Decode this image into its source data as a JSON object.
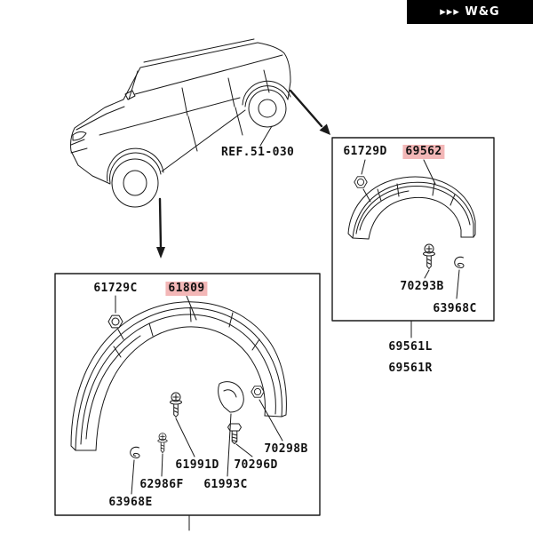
{
  "badge": {
    "text": "▸▸▸ W&G"
  },
  "vehicle": {
    "ref": "REF.51-030"
  },
  "panel_right": {
    "part_61729D": "61729D",
    "part_69562": "69562",
    "part_70293B": "70293B",
    "part_63968C": "63968C",
    "part_69561L": "69561L",
    "part_69561R": "69561R"
  },
  "panel_left": {
    "part_61729C": "61729C",
    "part_61809": "61809",
    "part_70298B": "70298B",
    "part_61991D": "61991D",
    "part_70296D": "70296D",
    "part_62986F": "62986F",
    "part_61993C": "61993C",
    "part_63968E": "63968E"
  },
  "colors": {
    "highlight": "#f3b7b7",
    "badge_bg": "#000000",
    "line": "#1a1a1a"
  }
}
